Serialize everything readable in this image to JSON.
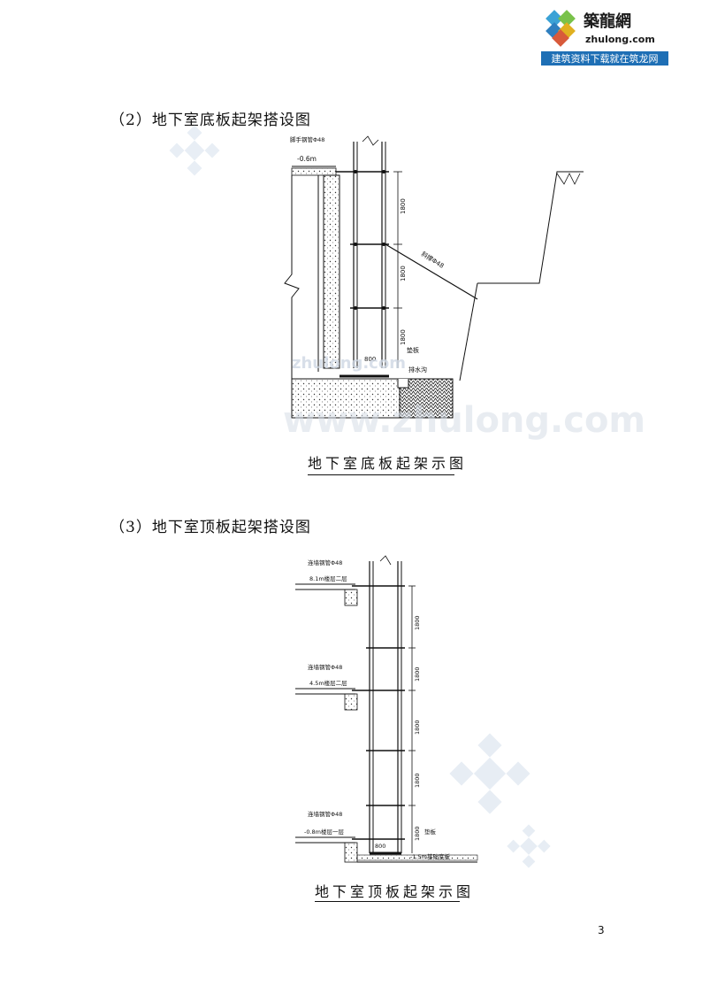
{
  "logo": {
    "brand": "築龍網",
    "site": "zhulong.com",
    "slogan": "建筑资料下载就在筑龙网"
  },
  "section2": {
    "heading": "（2）地下室底板起架搭设图",
    "caption": "地下室底板起架示图",
    "labels": {
      "top_note": "脚手钢管Φ48",
      "elev": "-0.6m",
      "dim1": "1800",
      "dim2": "1800",
      "dim3": "1800",
      "brace": "斜撑Φ48",
      "dim_bottom": "800",
      "pad": "垫板",
      "drain": "排水沟"
    }
  },
  "section3": {
    "heading": "（3）地下室顶板起架搭设图",
    "caption": "地下室顶板起架示图",
    "labels": {
      "note1": "连墙钢管Φ48",
      "floor1": "8.1m楼层二层",
      "note2": "连墙钢管Φ48",
      "floor2": "4.5m楼层二层",
      "note3": "连墙钢管Φ48",
      "floor3": "-0.8m楼层一层",
      "d1": "1800",
      "d2": "1800",
      "d3": "1800",
      "d4": "1800",
      "d5": "1800",
      "pad": "垫板",
      "dim_bottom": "800",
      "base": "-1.5m基础底板"
    }
  },
  "watermarks": {
    "w1": "zhulong.com",
    "w2": "www.zhulong.com"
  },
  "page_number": "3"
}
